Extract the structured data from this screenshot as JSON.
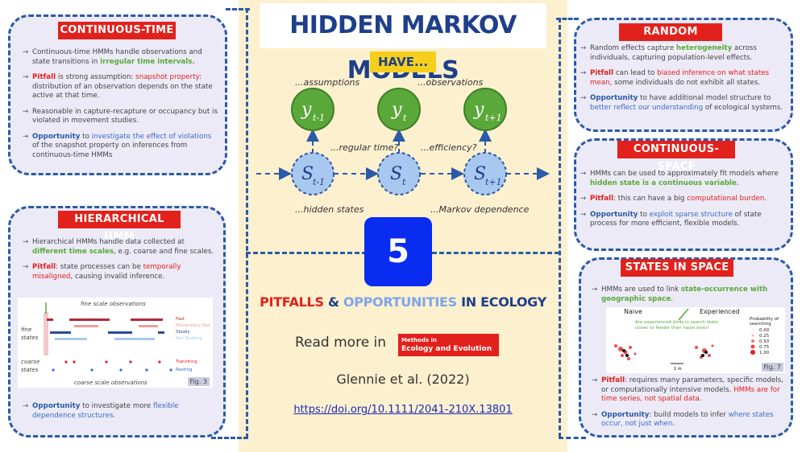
{
  "title": "HIDDEN MARKOV MODELS",
  "have": "HAVE...",
  "diagram": {
    "labels": {
      "assumptions": "...assumptions",
      "observations": "...observations",
      "regular_time": "...regular time?",
      "efficiency": "...efficiency?",
      "hidden_states": "...hidden states",
      "markov": "...Markov dependence"
    },
    "obs_nodes": [
      {
        "base": "y",
        "sub": "t-1"
      },
      {
        "base": "y",
        "sub": "t"
      },
      {
        "base": "y",
        "sub": "t+1"
      }
    ],
    "state_nodes": [
      {
        "base": "S",
        "sub": "t-1"
      },
      {
        "base": "S",
        "sub": "t"
      },
      {
        "base": "S",
        "sub": "t+1"
      }
    ],
    "colors": {
      "obs": "#5aa83a",
      "state": "#a9c8f0",
      "line": "#2a5aa8"
    }
  },
  "five": "5",
  "pitfalls_line": {
    "pitfalls": "PITFALLS",
    "amp": "&",
    "opportunities": "OPPORTUNITIES",
    "rest": "IN ECOLOGY"
  },
  "readmore": "Read more in",
  "journal": {
    "top": "Methods in",
    "bottom": "Ecology and Evolution"
  },
  "citation": "Glennie et al. (2022)",
  "doi": "https://doi.org/10.1111/2041-210X.13801",
  "cards": {
    "continuous_time": {
      "title": "CONTINUOUS-TIME",
      "b1": [
        "Continuous-time HMMs handle observations and state transitions in ",
        "irregular time intervals."
      ],
      "b2": [
        "Pitfall",
        " is strong assumption: ",
        "snapshot property",
        ": distribution of an observation depends on the state active at that time."
      ],
      "b3": "Reasonable  in capture-recapture or occupancy but is violated in movement studies.",
      "b4": [
        "Opportunity",
        " to ",
        "investigate the effect of violations",
        " of the snapshot property on inferences from continuous-time HMMs"
      ]
    },
    "hierarchical": {
      "title": "HIERARCHICAL HMM",
      "b1": [
        "Hierarchical HMMs handle data collected at ",
        "different time scales",
        ", e.g. coarse and fine scales."
      ],
      "b2": [
        "Pitfall",
        ": state processes can be ",
        "temporally misaligned",
        ", causing invalid inference."
      ],
      "b3": [
        "Opportunity",
        " to investigate more ",
        "flexible dependence structures."
      ],
      "figure": {
        "fine_obs": "fine scale observations",
        "coarse_obs": "coarse scale observations",
        "fine_states": "fine\nstates",
        "coarse_states": "coarse\nstates",
        "legend_fine": [
          "Fast",
          "Moderately fast",
          "Slowly",
          "Not Slowing"
        ],
        "legend_coarse": [
          "Transiting",
          "Resting"
        ],
        "tag": "Fig. 3"
      }
    },
    "random_effects": {
      "title": "RANDOM EFFECTS",
      "b1": [
        "Random effects capture ",
        "heterogeneity",
        " across individuals, capturing population-level effects."
      ],
      "b2": [
        "Pitfall",
        " can lead to ",
        "biased inference on what states mean",
        ", some individuals do not exhibit all states."
      ],
      "b3": [
        "Opportunity",
        " to have additional model structure to ",
        "better reflect our understanding",
        " of ecological systems."
      ]
    },
    "continuous_space": {
      "title": "CONTINUOUS-SPACE",
      "b1": [
        "HMMs can be used to approximately fit models where ",
        "hidden state is a continuous variable",
        "."
      ],
      "b2": [
        "Pitfall",
        ": this can have a big ",
        "computational burden",
        "."
      ],
      "b3": [
        "Opportunity",
        " to ",
        "exploit sparse structure",
        " of state process for more efficient, flexible models."
      ]
    },
    "states_in_space": {
      "title": "STATES IN SPACE",
      "b1": [
        "HMMs are used to link ",
        "state-occurrence with geographic space",
        "."
      ],
      "b2": [
        "Pitfall",
        ": requires many parameters, specific models, or computationally intensive models. ",
        "HMMs are for time series, not spatial data",
        "."
      ],
      "b3": [
        "Opportunity",
        ": build models to infer ",
        "where states occur, not just when",
        "."
      ],
      "figure": {
        "naive": "Naive",
        "experienced": "Experienced",
        "question": "Are experienced birds in search state closer to feeder than naive ones?",
        "legend_title": "Probability of searching",
        "legend_values": [
          "0.00",
          "0.25",
          "0.50",
          "0.75",
          "1.00"
        ],
        "scale": "1 m",
        "tag": "Fig. 7"
      }
    }
  }
}
